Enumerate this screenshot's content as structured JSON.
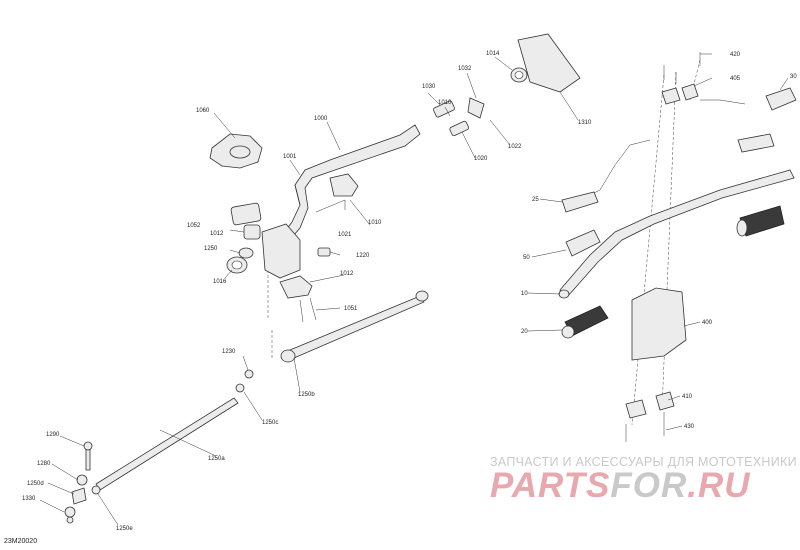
{
  "diagram_code": "23M20020",
  "watermark": {
    "line1": "ЗАПЧАСТИ И АКСЕССУАРЫ ДЛЯ МОТОТЕХНИКИ",
    "brand_a": "PARTS",
    "brand_b": "FOR",
    "brand_c": ".RU"
  },
  "callouts": {
    "c1000": "1000",
    "c1001": "1001",
    "c1010a": "1010",
    "c1010b": "1010",
    "c1012a": "1012",
    "c1012b": "1012",
    "c1014": "1014",
    "c1016": "1016",
    "c1020": "1020",
    "c1021": "1021",
    "c1022": "1022",
    "c1030": "1030",
    "c1032": "1032",
    "c1051": "1051",
    "c1052": "1052",
    "c1060": "1060",
    "c1220": "1220",
    "c1230": "1230",
    "c1250": "1250",
    "c1250a": "1250a",
    "c1250b": "1250b",
    "c1250c": "1250c",
    "c1250d": "1250d",
    "c1250e": "1250e",
    "c1280": "1280",
    "c1290": "1290",
    "c1310": "1310",
    "c1330": "1330",
    "c420": "420",
    "c405": "405",
    "c30": "30",
    "c25": "25",
    "c50": "50",
    "c10": "10",
    "c20": "20",
    "c400": "400",
    "c410": "410",
    "c430": "430"
  }
}
